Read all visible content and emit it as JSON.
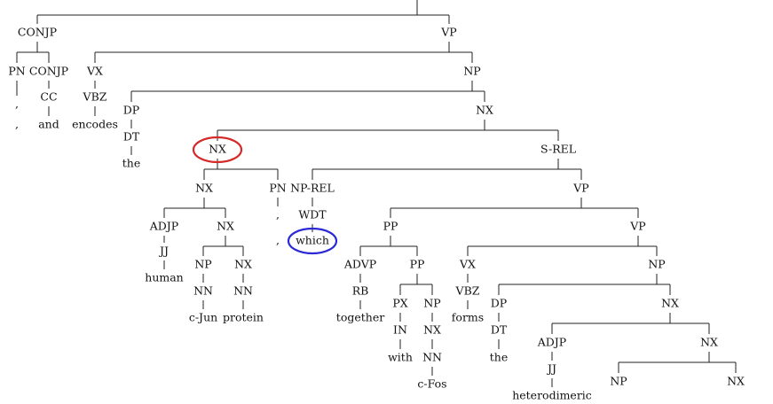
{
  "tree": {
    "nodes": [
      {
        "id": "conjp",
        "label": "CONJP"
      },
      {
        "id": "vp1",
        "label": "VP"
      },
      {
        "id": "pn1",
        "label": "PN"
      },
      {
        "id": "conjp2",
        "label": "CONJP"
      },
      {
        "id": "comma1",
        "label": ","
      },
      {
        "id": "comma1b",
        "label": ","
      },
      {
        "id": "cc",
        "label": "CC"
      },
      {
        "id": "and",
        "label": "and"
      },
      {
        "id": "vx1",
        "label": "VX"
      },
      {
        "id": "np1",
        "label": "NP"
      },
      {
        "id": "vbz1",
        "label": "VBZ"
      },
      {
        "id": "encodes",
        "label": "encodes"
      },
      {
        "id": "dp1",
        "label": "DP"
      },
      {
        "id": "nx1",
        "label": "NX"
      },
      {
        "id": "dt1",
        "label": "DT"
      },
      {
        "id": "the1",
        "label": "the"
      },
      {
        "id": "nx2",
        "label": "NX"
      },
      {
        "id": "srel",
        "label": "S-REL"
      },
      {
        "id": "nx3",
        "label": "NX"
      },
      {
        "id": "pn2",
        "label": "PN"
      },
      {
        "id": "comma2",
        "label": ","
      },
      {
        "id": "comma2b",
        "label": ","
      },
      {
        "id": "adjp1",
        "label": "ADJP"
      },
      {
        "id": "nx4",
        "label": "NX"
      },
      {
        "id": "jj1",
        "label": "JJ"
      },
      {
        "id": "human",
        "label": "human"
      },
      {
        "id": "np2",
        "label": "NP"
      },
      {
        "id": "nx5",
        "label": "NX"
      },
      {
        "id": "nn1",
        "label": "NN"
      },
      {
        "id": "cjun",
        "label": "c-Jun"
      },
      {
        "id": "nn2",
        "label": "NN"
      },
      {
        "id": "protein",
        "label": "protein"
      },
      {
        "id": "nprel",
        "label": "NP-REL"
      },
      {
        "id": "wdt",
        "label": "WDT"
      },
      {
        "id": "which",
        "label": "which"
      },
      {
        "id": "vp2",
        "label": "VP"
      },
      {
        "id": "pp1",
        "label": "PP"
      },
      {
        "id": "vp3",
        "label": "VP"
      },
      {
        "id": "advp",
        "label": "ADVP"
      },
      {
        "id": "rb",
        "label": "RB"
      },
      {
        "id": "together",
        "label": "together"
      },
      {
        "id": "pp2",
        "label": "PP"
      },
      {
        "id": "px",
        "label": "PX"
      },
      {
        "id": "in",
        "label": "IN"
      },
      {
        "id": "with",
        "label": "with"
      },
      {
        "id": "np3",
        "label": "NP"
      },
      {
        "id": "nx6",
        "label": "NX"
      },
      {
        "id": "nn3",
        "label": "NN"
      },
      {
        "id": "cfos",
        "label": "c-Fos"
      },
      {
        "id": "vx2",
        "label": "VX"
      },
      {
        "id": "vbz2",
        "label": "VBZ"
      },
      {
        "id": "forms",
        "label": "forms"
      },
      {
        "id": "np4",
        "label": "NP"
      },
      {
        "id": "dp2",
        "label": "DP"
      },
      {
        "id": "dt2",
        "label": "DT"
      },
      {
        "id": "the2",
        "label": "the"
      },
      {
        "id": "nx7",
        "label": "NX"
      },
      {
        "id": "adjp2",
        "label": "ADJP"
      },
      {
        "id": "jj2",
        "label": "JJ"
      },
      {
        "id": "hetero",
        "label": "heterodimeric"
      },
      {
        "id": "nx8",
        "label": "NX"
      },
      {
        "id": "np5",
        "label": "NP"
      },
      {
        "id": "nx9",
        "label": "NX"
      }
    ],
    "highlights": [
      {
        "node": "nx2",
        "color": "#d42a2a"
      },
      {
        "node": "which",
        "color": "#2a2ad4"
      }
    ]
  }
}
